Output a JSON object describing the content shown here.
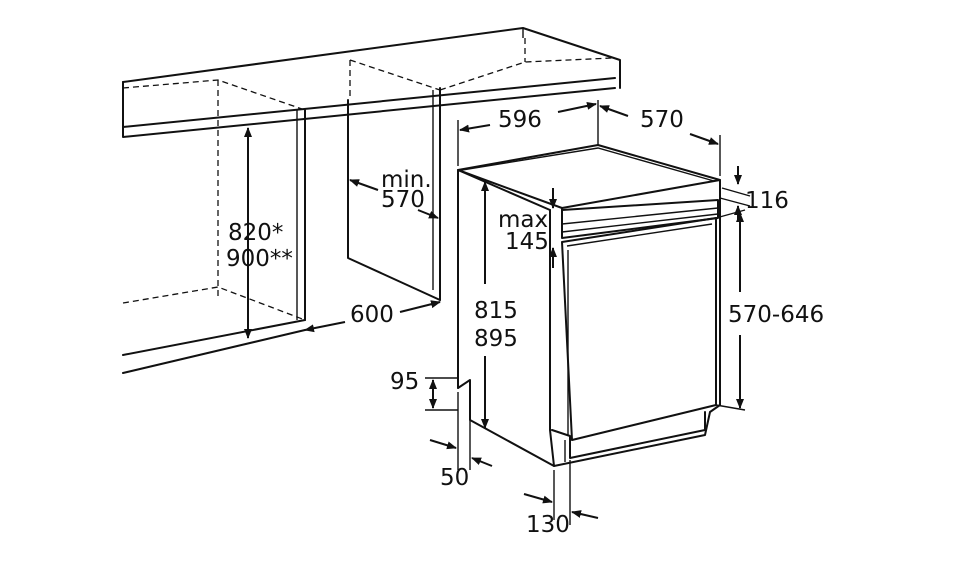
{
  "labels": {
    "cabinet_height_1": "820*",
    "cabinet_height_2": "900**",
    "niche_depth_min": "min.",
    "niche_depth_value": "570",
    "niche_width": "600",
    "width": "596",
    "depth": "570",
    "top_offset": "116",
    "panel_max": "max",
    "panel_max_value": "145",
    "height_1": "815",
    "height_2": "895",
    "door_height": "570-646",
    "foot_height": "95",
    "foot_depth": "50",
    "plinth_depth": "130"
  }
}
